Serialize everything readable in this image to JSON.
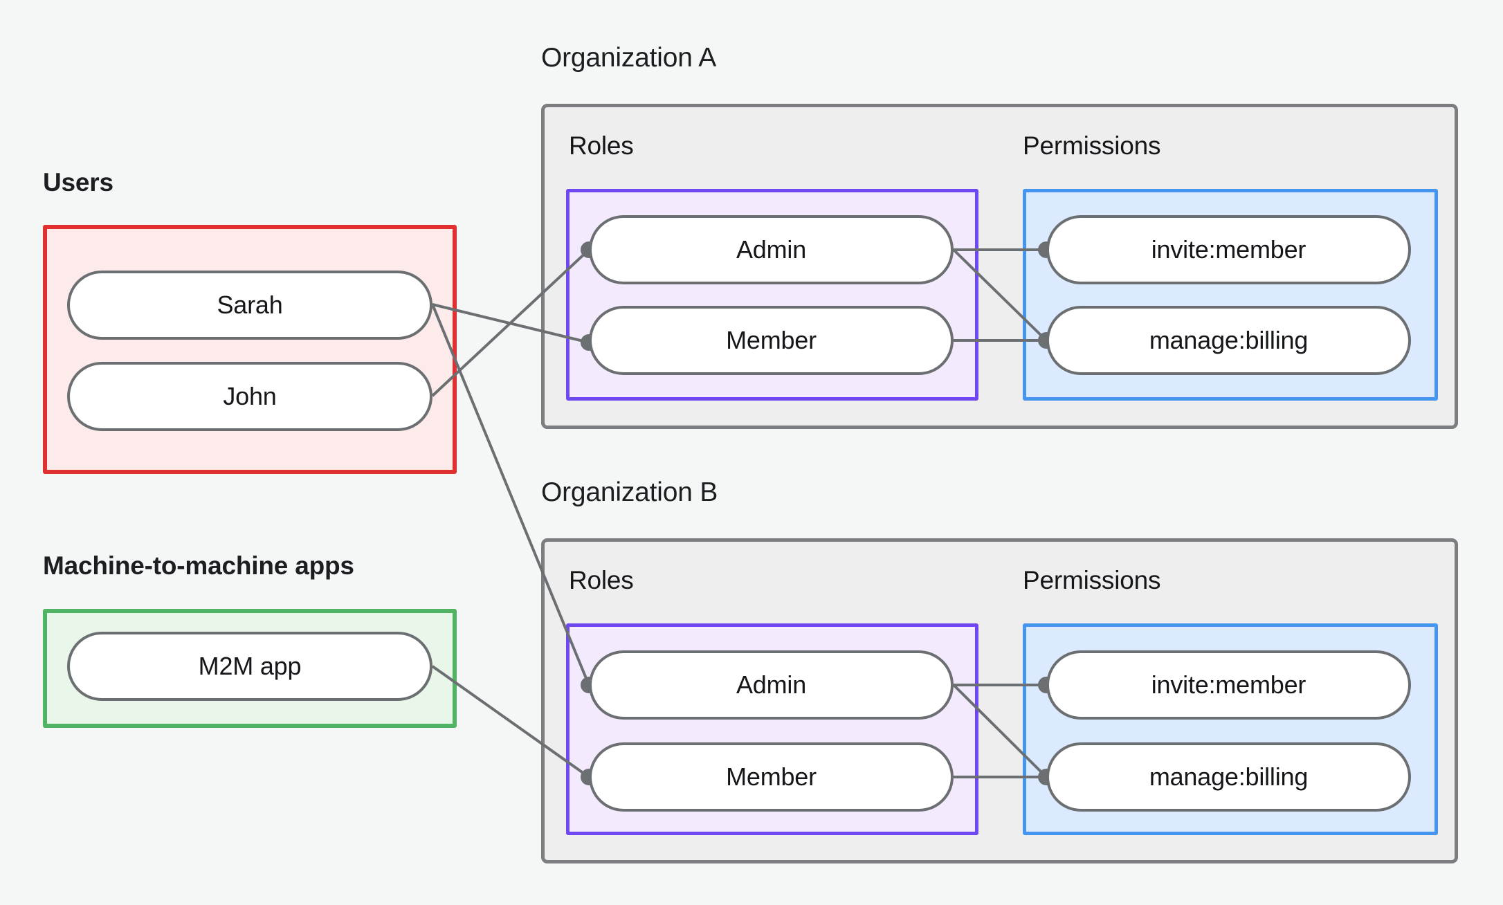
{
  "diagram": {
    "title_labels": {
      "users": "Users",
      "m2m": "Machine-to-machine apps",
      "org_a": "Organization A",
      "org_b": "Organization B"
    },
    "section_labels": {
      "roles": "Roles",
      "permissions": "Permissions"
    }
  },
  "users_group": {
    "heading": "Users",
    "nodes": [
      {
        "id": "sarah",
        "label": "Sarah"
      },
      {
        "id": "john",
        "label": "John"
      }
    ]
  },
  "m2m_group": {
    "heading": "Machine-to-machine apps",
    "nodes": [
      {
        "id": "m2m-app",
        "label": "M2M app"
      }
    ]
  },
  "organizations": [
    {
      "id": "org-a",
      "heading": "Organization A",
      "roles_label": "Roles",
      "permissions_label": "Permissions",
      "roles": [
        {
          "id": "org-a-admin",
          "label": "Admin"
        },
        {
          "id": "org-a-member",
          "label": "Member"
        }
      ],
      "permissions": [
        {
          "id": "org-a-invite-member",
          "label": "invite:member"
        },
        {
          "id": "org-a-manage-billing",
          "label": "manage:billing"
        }
      ]
    },
    {
      "id": "org-b",
      "heading": "Organization B",
      "roles_label": "Roles",
      "permissions_label": "Permissions",
      "roles": [
        {
          "id": "org-b-admin",
          "label": "Admin"
        },
        {
          "id": "org-b-member",
          "label": "Member"
        }
      ],
      "permissions": [
        {
          "id": "org-b-invite-member",
          "label": "invite:member"
        },
        {
          "id": "org-b-manage-billing",
          "label": "manage:billing"
        }
      ]
    }
  ],
  "connections": [
    {
      "from": "sarah",
      "to": "org-a-member"
    },
    {
      "from": "sarah",
      "to": "org-b-admin"
    },
    {
      "from": "john",
      "to": "org-a-admin"
    },
    {
      "from": "m2m-app",
      "to": "org-b-member"
    },
    {
      "from": "org-a-admin",
      "to": "org-a-invite-member"
    },
    {
      "from": "org-a-admin",
      "to": "org-a-manage-billing"
    },
    {
      "from": "org-a-member",
      "to": "org-a-manage-billing"
    },
    {
      "from": "org-b-admin",
      "to": "org-b-invite-member"
    },
    {
      "from": "org-b-admin",
      "to": "org-b-manage-billing"
    },
    {
      "from": "org-b-member",
      "to": "org-b-manage-billing"
    }
  ],
  "colors": {
    "background": "#f4f7f5",
    "users_border": "#e03131",
    "users_fill": "#fdeaea",
    "m2m_border": "#51b464",
    "m2m_fill": "#e9f6ea",
    "org_border": "#7b7d80",
    "org_fill": "#eeeeee",
    "roles_border": "#7048f2",
    "roles_fill": "#f3ebfd",
    "permissions_border": "#4595f0",
    "permissions_fill": "#dbeafe",
    "node_border": "#6b6f72",
    "node_fill": "#ffffff",
    "edge": "#6b6f72",
    "text": "#141619"
  }
}
